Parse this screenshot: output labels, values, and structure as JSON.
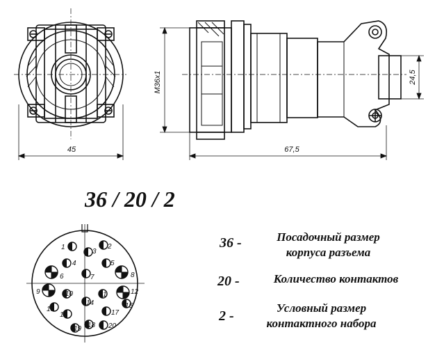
{
  "dimensions": {
    "front_width": "45",
    "side_length": "67,5",
    "thread": "M36x1",
    "height_right": "24,5"
  },
  "code": "36 / 20 / 2",
  "legend": [
    {
      "number": "36 -",
      "line1": "Посадочный размер",
      "line2": "корпуса разъема"
    },
    {
      "number": "20 -",
      "line1": "Количество контактов",
      "line2": ""
    },
    {
      "number": "2 -",
      "line1": "Условный размер",
      "line2": "контактного набора"
    }
  ],
  "pins": [
    "1",
    "2",
    "3",
    "4",
    "5",
    "6",
    "7",
    "8",
    "9",
    "10",
    "11",
    "12",
    "13",
    "14",
    "15",
    "16",
    "17",
    "18",
    "19",
    "20"
  ]
}
